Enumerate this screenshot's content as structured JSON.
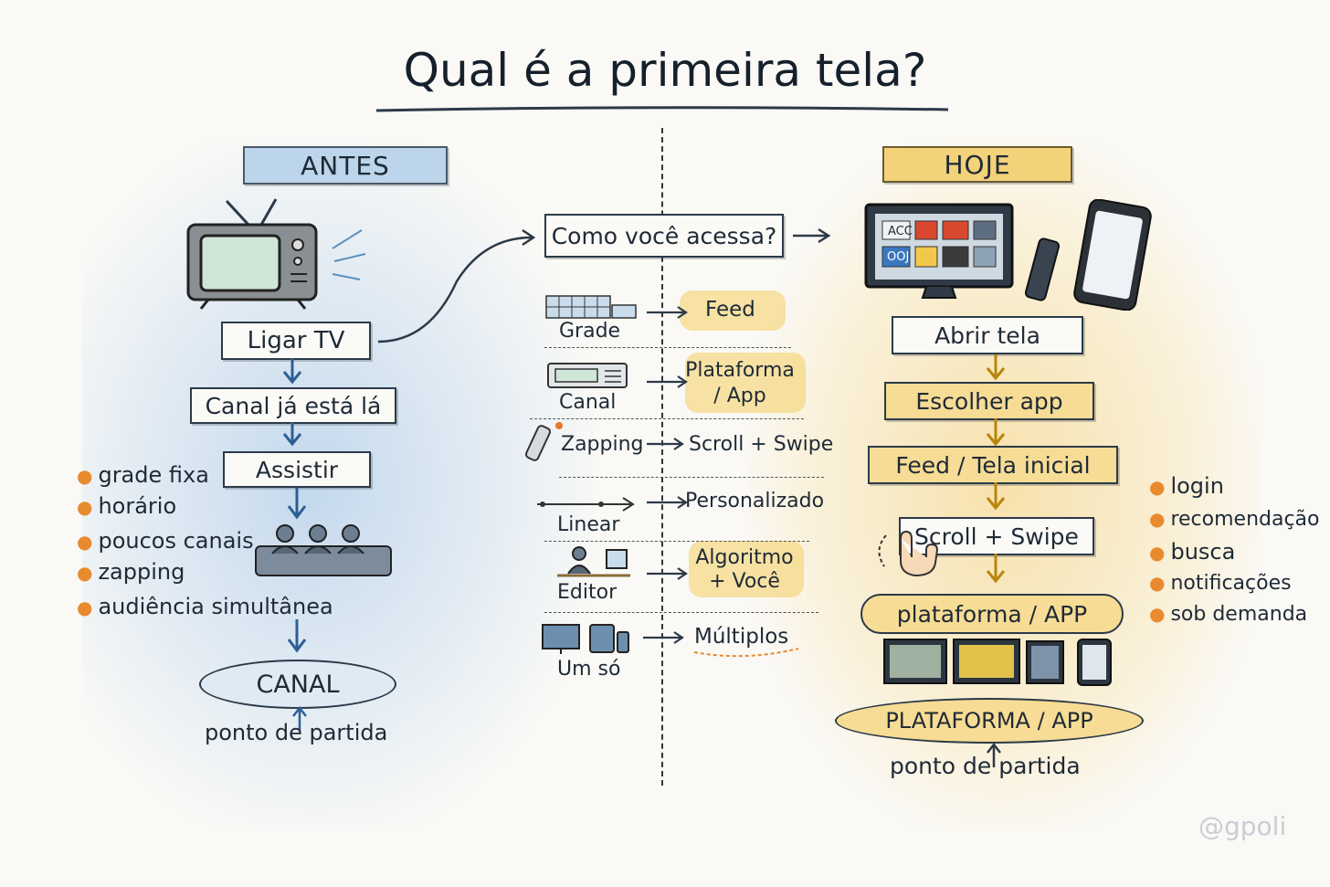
{
  "title": "Qual é a primeira tela?",
  "left": {
    "header": "ANTES",
    "steps": [
      "Ligar TV",
      "Canal já está lá",
      "Assistir"
    ],
    "bullets": [
      "grade fixa",
      "horário",
      "poucos canais",
      "zapping",
      "audiência simultânea"
    ],
    "result": "CANAL",
    "caption": "ponto de partida"
  },
  "center": {
    "question": "Como você acessa?",
    "rows": [
      {
        "from": "Grade",
        "to": "Feed"
      },
      {
        "from": "Canal",
        "to": "Plataforma / App"
      },
      {
        "from": "Zapping",
        "to": "Scroll + Swipe"
      },
      {
        "from": "Linear",
        "to": "Personalizado"
      },
      {
        "from": "Editor",
        "to": "Algoritmo + Você"
      },
      {
        "from": "Um só",
        "to": "Múltiplos"
      }
    ]
  },
  "right": {
    "header": "HOJE",
    "tv_tiles": [
      "ACC",
      "OOJ"
    ],
    "steps": [
      "Abrir tela",
      "Escolher app",
      "Feed / Tela inicial",
      "Scroll + Swipe"
    ],
    "platform": "plataforma / APP",
    "bullets": [
      "login",
      "recomendação",
      "busca",
      "notificações",
      "sob demanda"
    ],
    "result": "PLATAFORMA / APP",
    "caption": "ponto de partida"
  },
  "watermark": "@gpoli",
  "colors": {
    "accent_blue": "#bcd5ea",
    "accent_yellow": "#f3d27a",
    "bullet": "#e88a2e",
    "ink": "#1f2a36"
  },
  "icons": [
    "tv-icon",
    "tv-remote-icon",
    "smartphone-icon",
    "smart-tv-icon",
    "audience-icon",
    "hand-tap-icon",
    "editor-icon",
    "devices-icon"
  ]
}
